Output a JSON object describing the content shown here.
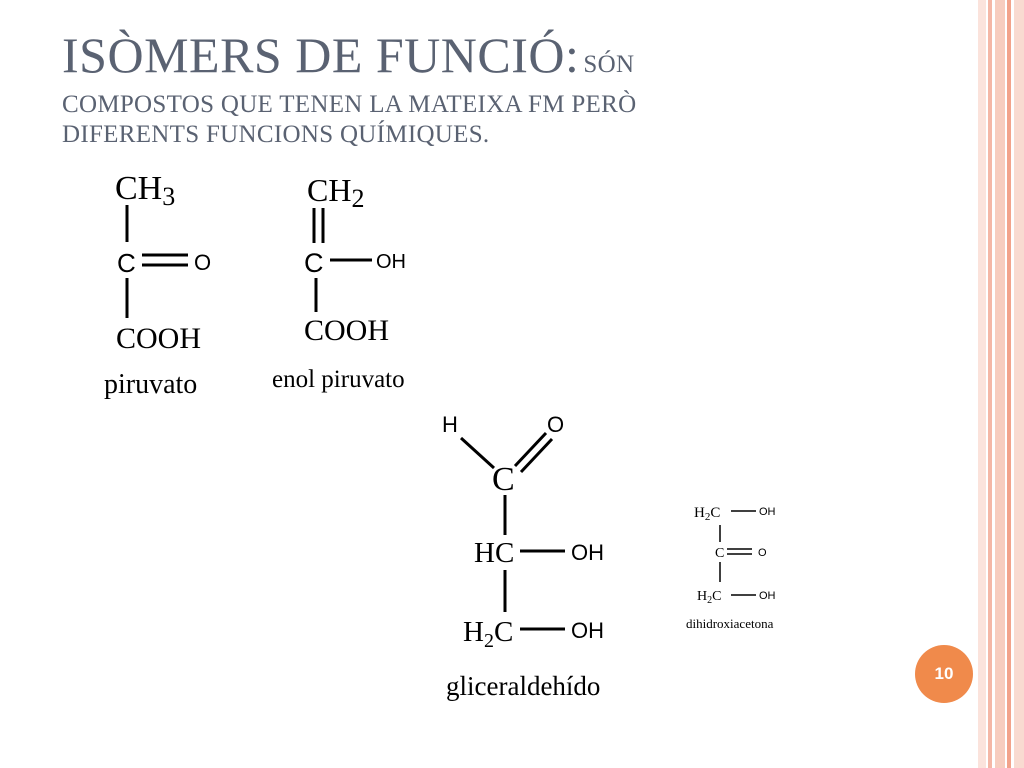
{
  "slide": {
    "title_big": "ISÒMERS DE FUNCIÓ:",
    "title_small_inline": "SÓN",
    "title_line2": "COMPOSTOS QUE TENEN LA MATEIXA FM PERÒ",
    "title_line3": "DIFERENTS FUNCIONS QUÍMIQUES.",
    "page_number": "10"
  },
  "piruvato": {
    "top_group": "CH",
    "top_sub": "3",
    "center": "C",
    "oxygen": "O",
    "bottom_group": "COOH",
    "name": "piruvato"
  },
  "enol": {
    "top_group": "CH",
    "top_sub": "2",
    "center": "C",
    "hydroxyl": "OH",
    "bottom_group": "COOH",
    "name": "enol piruvato"
  },
  "glicer": {
    "h": "H",
    "o": "O",
    "center": "C",
    "mid": "HC",
    "mid_oh": "OH",
    "bottom": "H",
    "bottom_sub": "2",
    "bottom_c": "C",
    "bottom_oh": "OH",
    "name": "gliceraldehído"
  },
  "dhac": {
    "top": "H",
    "top_sub": "2",
    "top_c": "C",
    "top_oh": "OH",
    "center": "C",
    "o": "O",
    "bottom": "H",
    "bottom_sub": "2",
    "bottom_c": "C",
    "bottom_oh": "OH",
    "name": "dihidroxiacetona"
  },
  "colors": {
    "title": "#5a6272",
    "stripe_pink": "#f6c9bd",
    "stripe_salmon": "#f2a38b",
    "badge": "#f08a4b"
  }
}
